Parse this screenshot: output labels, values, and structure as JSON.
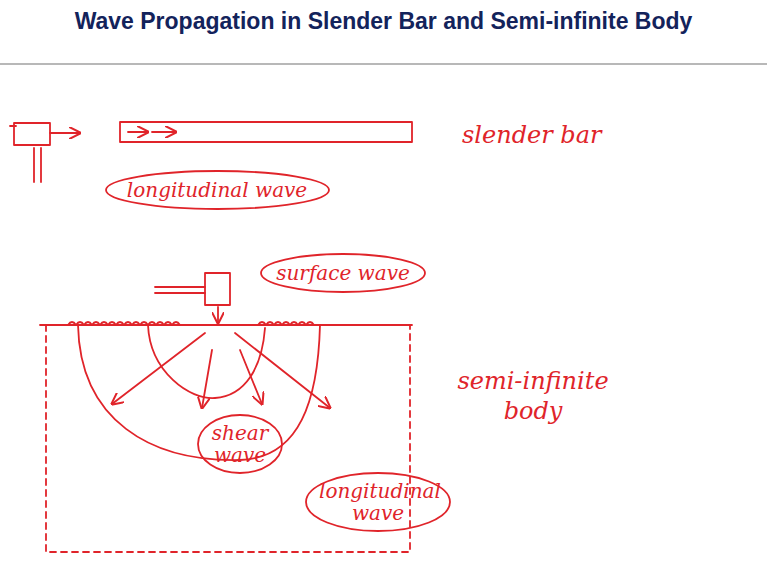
{
  "diagram": {
    "title": "Wave Propagation in Slender Bar and Semi-infinite Body",
    "nodes": [
      {
        "text": [
          "longitudinal wave"
        ]
      },
      {
        "text": [
          "surface wave"
        ]
      },
      {
        "text": [
          "shear wave"
        ]
      },
      {
        "text": [
          "longitudinal wave"
        ]
      }
    ],
    "labels": [
      "slender bar",
      "semi-infinite body"
    ]
  }
}
